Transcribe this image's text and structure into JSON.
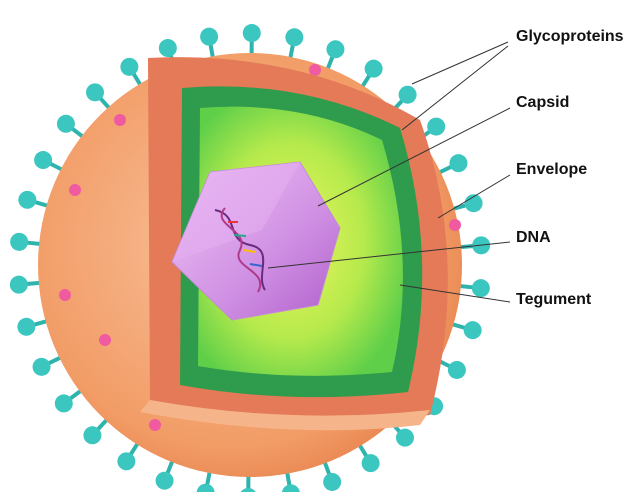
{
  "labels": {
    "glycoproteins": "Glycoproteins",
    "capsid": "Capsid",
    "envelope": "Envelope",
    "dna": "DNA",
    "tegument": "Tegument"
  },
  "colors": {
    "envelope": "#f2a06c",
    "tegument": "#e47a58",
    "green_band": "#2f9b4c",
    "lime": "#a5e24a",
    "capsid": "#d79ae8",
    "spike": "#3cc6c0",
    "pink": "#f05aa0"
  }
}
